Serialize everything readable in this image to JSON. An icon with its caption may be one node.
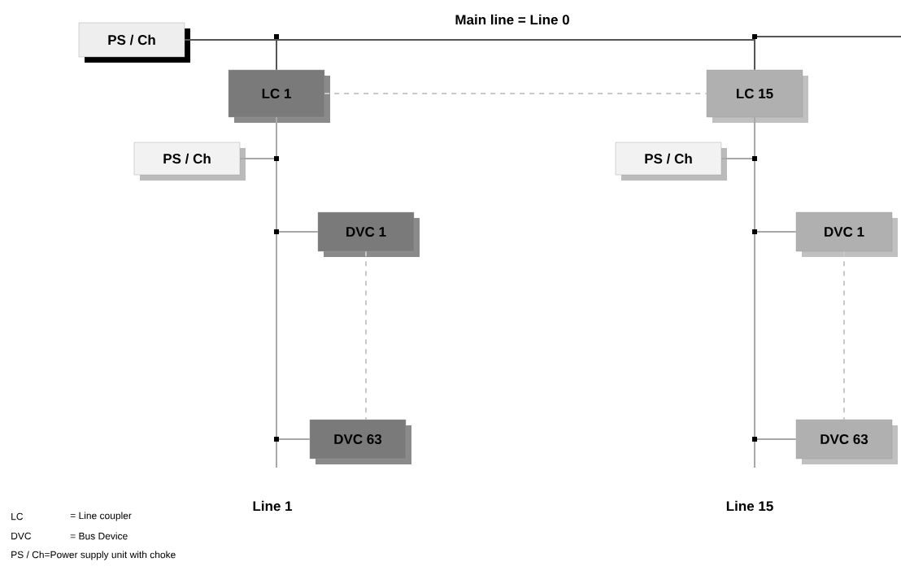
{
  "diagram": {
    "nodes": [
      {
        "text": [
          "PS / Ch"
        ]
      },
      {
        "text": [
          "LC 1"
        ]
      },
      {
        "text": [
          "LC 15"
        ]
      },
      {
        "text": [
          "PS / Ch"
        ]
      },
      {
        "text": [
          "DVC 1"
        ]
      },
      {
        "text": [
          "DVC 63"
        ]
      },
      {
        "text": [
          "PS / Ch"
        ]
      },
      {
        "text": [
          "DVC 1"
        ]
      },
      {
        "text": [
          "DVC 63"
        ]
      }
    ],
    "edges": [
      {
        "from": 0,
        "to": 1,
        "arrow": "none",
        "color": "#555555"
      },
      {
        "from": 0,
        "to": 2,
        "arrow": "none",
        "color": "#555555"
      },
      {
        "from": 1,
        "to": 3,
        "arrow": "none"
      },
      {
        "from": 1,
        "to": 4,
        "arrow": "none"
      },
      {
        "from": 1,
        "to": 5,
        "arrow": "none"
      },
      {
        "from": 2,
        "to": 6,
        "arrow": "none"
      },
      {
        "from": 2,
        "to": 7,
        "arrow": "none"
      },
      {
        "from": 2,
        "to": 8,
        "arrow": "none"
      },
      {
        "from": 1,
        "to": 2,
        "arrow": "none",
        "style": "dashed",
        "color": "#c8c8c8"
      },
      {
        "from": 4,
        "to": 5,
        "arrow": "none",
        "style": "dashed",
        "color": "#c8c8c8"
      },
      {
        "from": 7,
        "to": 8,
        "arrow": "none",
        "style": "dashed",
        "color": "#c8c8c8"
      }
    ],
    "labels": [
      "Main line = Line 0",
      "Line 1",
      "Line 15",
      "LC",
      "= Line coupler",
      "DVC",
      "= Bus Device",
      "PS / Ch=Power supply unit with choke"
    ]
  }
}
